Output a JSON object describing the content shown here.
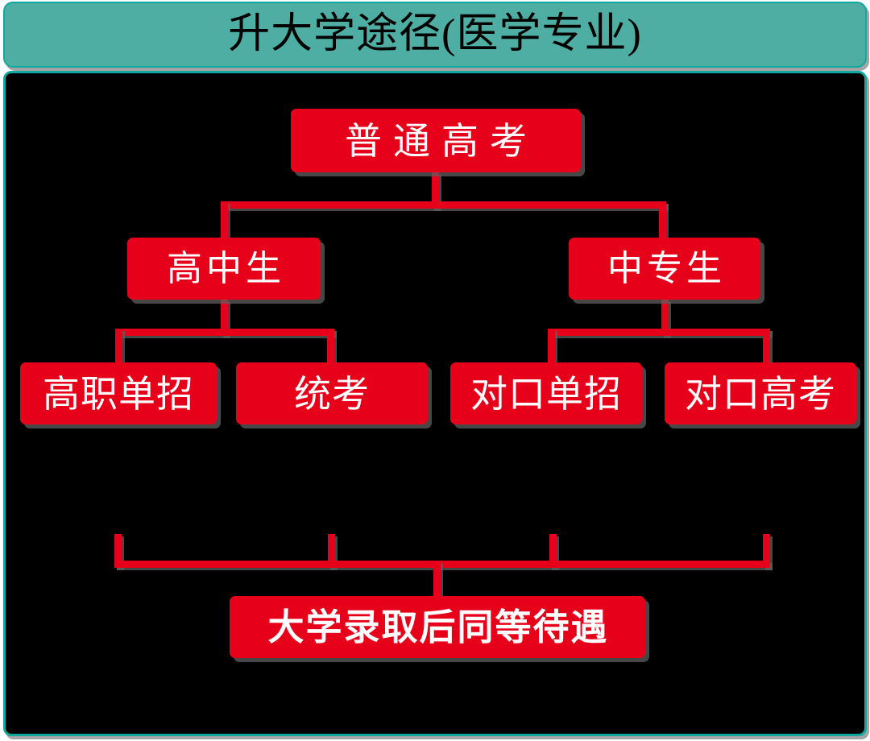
{
  "header": {
    "title": "升大学途径(医学专业)",
    "bg_color": "#4FAEA3",
    "border_color": "#0FA9A0",
    "text_color": "#000000"
  },
  "canvas": {
    "bg_color": "#000000",
    "border_color": "#0FA9A0",
    "node_color": "#E6001A",
    "node_text_color": "#FFFFFF",
    "connector_color": "#E6001A",
    "shadow_color": "#5F5F5F"
  },
  "diagram": {
    "type": "flowchart",
    "nodes": [
      {
        "id": "root",
        "label": "普通高考",
        "row": 1
      },
      {
        "id": "hs",
        "label": "高中生",
        "row": 2
      },
      {
        "id": "zz",
        "label": "中专生",
        "row": 2
      },
      {
        "id": "gzdz",
        "label": "高职单招",
        "row": 3
      },
      {
        "id": "tk",
        "label": "统考",
        "row": 3
      },
      {
        "id": "dkdz",
        "label": "对口单招",
        "row": 3
      },
      {
        "id": "dkgk",
        "label": "对口高考",
        "row": 3
      },
      {
        "id": "final",
        "label": "大学录取后同等待遇",
        "row": 4
      }
    ],
    "edges": [
      {
        "from": "root",
        "to": "hs"
      },
      {
        "from": "root",
        "to": "zz"
      },
      {
        "from": "hs",
        "to": "gzdz"
      },
      {
        "from": "hs",
        "to": "tk"
      },
      {
        "from": "zz",
        "to": "dkdz"
      },
      {
        "from": "zz",
        "to": "dkgk"
      },
      {
        "from": "gzdz",
        "to": "final"
      },
      {
        "from": "tk",
        "to": "final"
      },
      {
        "from": "dkdz",
        "to": "final"
      },
      {
        "from": "dkgk",
        "to": "final"
      }
    ]
  }
}
